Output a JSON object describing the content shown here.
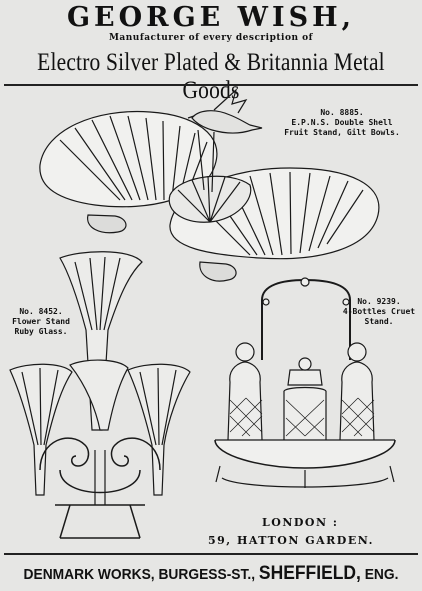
{
  "header": {
    "name": "GEORGE WISH,",
    "tagline": "Manufacturer of every description of",
    "headline": "Electro Silver Plated & Britannia Metal Goods"
  },
  "items": [
    {
      "number": "No. 8885.",
      "line1": "E.P.N.S. Double Shell",
      "line2": "Fruit Stand, Gilt Bowls."
    },
    {
      "number": "No. 8452.",
      "line1": "Flower Stand",
      "line2": "Ruby Glass."
    },
    {
      "number": "No. 9239.",
      "line1": "4-Bottles Cruet",
      "line2": "Stand."
    }
  ],
  "address": {
    "city": "LONDON :",
    "street": "59, HATTON GARDEN."
  },
  "footer": {
    "works": "DENMARK WORKS, BURGESS-ST.,",
    "town": "SHEFFIELD,",
    "suffix": "ENG."
  }
}
